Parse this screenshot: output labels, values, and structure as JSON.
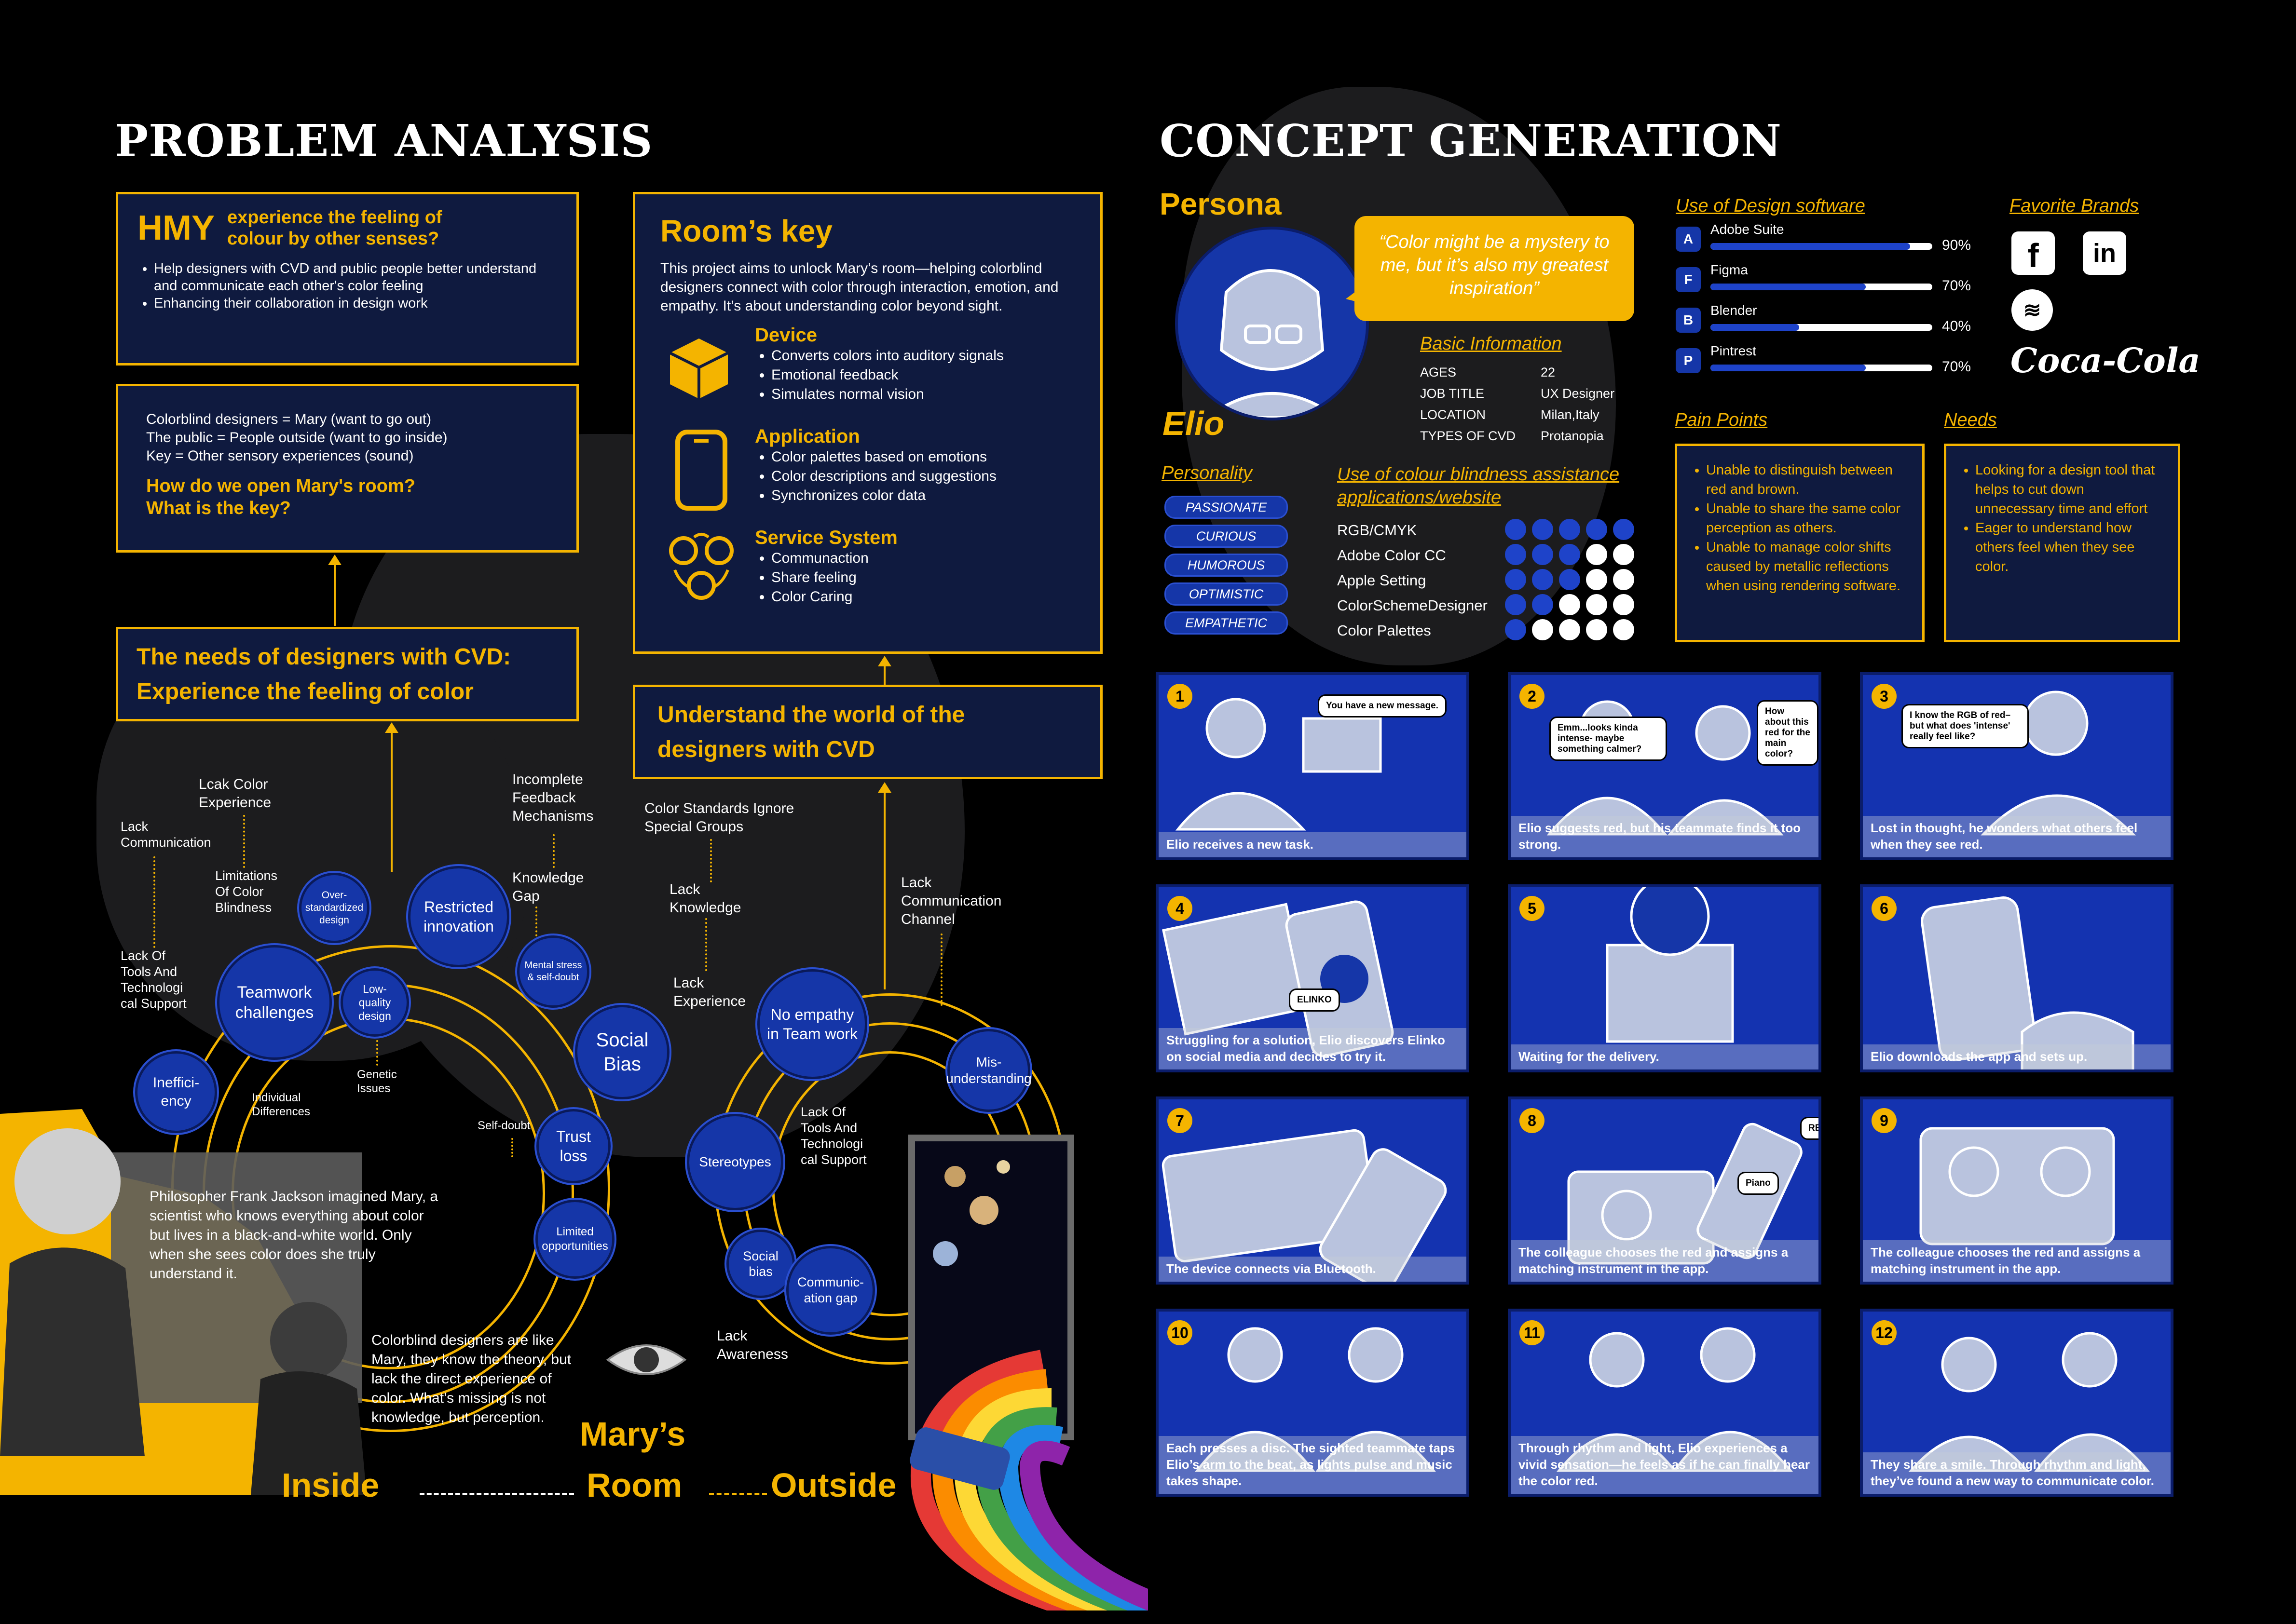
{
  "colors": {
    "accent": "#f4b400",
    "navy": "#0f1a3f",
    "blue": "#1536a8",
    "background": "#000000"
  },
  "titles": {
    "problem": "PROBLEM ANALYSIS",
    "concept": "CONCEPT GENERATION"
  },
  "hmy": {
    "head": "HMY",
    "question": "experience the feeling of\ncolour by other senses?",
    "bullets": [
      "Help designers with CVD and public people better understand and communicate each other's color feeling",
      "Enhancing their collaboration in design work"
    ]
  },
  "metaphor": {
    "lines": [
      "Colorblind designers = Mary (want to go out)",
      "The public = People outside (want to go inside)",
      "Key = Other sensory experiences (sound)"
    ],
    "question": "How do we open Mary's room?\nWhat is the key?"
  },
  "needs": {
    "text": "The needs of designers with CVD:\nExperience the feeling of color"
  },
  "roomkey": {
    "title": "Room’s key",
    "intro": "This project aims to unlock Mary’s room—helping colorblind designers connect with color through interaction, emotion, and empathy. It’s about understanding color beyond sight.",
    "sections": [
      {
        "title": "Device",
        "icon": "box-icon",
        "items": [
          "Converts colors into auditory signals",
          "Emotional feedback",
          "Simulates normal vision"
        ]
      },
      {
        "title": "Application",
        "icon": "phone-icon",
        "items": [
          "Color palettes based on emotions",
          "Color descriptions and suggestions",
          "Synchronizes color data"
        ]
      },
      {
        "title": "Service System",
        "icon": "people-cycle-icon",
        "items": [
          "Communaction",
          "Share feeling",
          "Color Caring"
        ]
      }
    ]
  },
  "understand": {
    "text": "Understand the world of the\ndesigners with CVD"
  },
  "left_web": {
    "labels": [
      "Lack\nCommunication",
      "Lcak Color\nExperience",
      "Limitations\nOf Color\nBlindness",
      "Incomplete\nFeedback\nMechanisms",
      "Knowledge\nGap",
      "Lack Of\nTools And\nTechnologi\ncal Support",
      "Individual\nDifferences",
      "Genetic\nIssues",
      "Self-doubt"
    ],
    "circles": [
      "Over-\nstandardized\ndesign",
      "Restricted\ninnovation",
      "Teamwork\nchallenges",
      "Low-\nquality\ndesign",
      "Mental stress\n& self-doubt",
      "Social\nBias",
      "Ineffici-\nency",
      "Trust\nloss",
      "Limited\nopportunities"
    ]
  },
  "right_web": {
    "labels": [
      "Color Standards Ignore\nSpecial Groups",
      "Lack\nKnowledge",
      "Lack\nCommunication\nChannel",
      "Lack\nExperience",
      "Lack Of\nTools And\nTechnologi\ncal Support",
      "Lack\nAwareness"
    ],
    "circles": [
      "No empathy\nin Team work",
      "Mis-\nunderstanding",
      "Stereotypes",
      "Social\nbias",
      "Communic-\nation gap"
    ]
  },
  "story": {
    "jackson": "Philosopher Frank Jackson imagined Mary, a scientist who knows everything about color but lives in a black-and-white world. Only when she sees color does she truly understand it.",
    "colorblind": "Colorblind designers are like Mary, they know the theory, but lack the direct experience of color. What’s missing is not knowledge, but perception.",
    "inside": "Inside",
    "marys": "Mary’s",
    "room": "Room",
    "outside": "Outside"
  },
  "persona": {
    "title": "Persona",
    "name": "Elio",
    "quote": "“Color might be a mystery to me, but it’s also my greatest inspiration”",
    "basic_title": "Basic Information",
    "basic": [
      {
        "k": "AGES",
        "v": "22"
      },
      {
        "k": "JOB TITLE",
        "v": "UX Designer"
      },
      {
        "k": "LOCATION",
        "v": "Milan,Italy"
      },
      {
        "k": "TYPES OF CVD",
        "v": "Protanopia"
      }
    ],
    "personality_title": "Personality",
    "personality": [
      "PASSIONATE",
      "CURIOUS",
      "HUMOROUS",
      "OPTIMISTIC",
      "EMPATHETIC"
    ],
    "assist_title": "Use of colour blindness assistance\napplications/website",
    "assist": [
      {
        "name": "RGB/CMYK",
        "filled": 5
      },
      {
        "name": "Adobe Color CC",
        "filled": 3
      },
      {
        "name": "Apple Setting",
        "filled": 3
      },
      {
        "name": "ColorSchemeDesigner",
        "filled": 2
      },
      {
        "name": "Color Palettes",
        "filled": 1
      }
    ],
    "software_title": "Use of Design software",
    "software": [
      {
        "name": "Adobe Suite",
        "icon": "adobe-icon",
        "glyph": "A",
        "pct": "90%",
        "value": 0.9
      },
      {
        "name": "Figma",
        "icon": "figma-icon",
        "glyph": "F",
        "pct": "70%",
        "value": 0.7
      },
      {
        "name": "Blender",
        "icon": "blender-icon",
        "glyph": "B",
        "pct": "40%",
        "value": 0.4
      },
      {
        "name": "Pintrest",
        "icon": "pinterest-icon",
        "glyph": "P",
        "pct": "70%",
        "value": 0.7
      }
    ],
    "brands_title": "Favorite Brands",
    "brands": [
      {
        "icon": "facebook-icon",
        "glyph": "f"
      },
      {
        "icon": "linkedin-icon",
        "glyph": "in"
      },
      {
        "icon": "spotify-icon",
        "glyph": "≋"
      }
    ],
    "cocacola": "Coca-Cola",
    "pain_title": "Pain Points",
    "pain": [
      "Unable to distinguish between red and brown.",
      "Unable to share the same color perception as others.",
      "Unable to manage color shifts caused by metallic reflections when using rendering software."
    ],
    "needs_title": "Needs",
    "needs": [
      "Looking for a design tool that helps to cut down unnecessary time and effort",
      "Eager to understand how others feel when they see color."
    ]
  },
  "storyboard": [
    {
      "n": "1",
      "caption": "Elio receives a new task.",
      "bubbles": [
        "You have a new message."
      ]
    },
    {
      "n": "2",
      "caption": "Elio suggests red, but his teammate finds it too strong.",
      "bubbles": [
        "Emm...looks kinda intense- maybe something calmer?",
        "How about this red for the main color?"
      ]
    },
    {
      "n": "3",
      "caption": "Lost in thought, he wonders what others feel when they see red.",
      "bubbles": [
        "I know the RGB of red– but what does 'intense' really feel like?"
      ]
    },
    {
      "n": "4",
      "caption": "Struggling for a solution, Elio discovers Elinko on social media and decides to try it.",
      "bubbles": [
        "ELINKO"
      ]
    },
    {
      "n": "5",
      "caption": "Waiting for the delivery.",
      "bubbles": []
    },
    {
      "n": "6",
      "caption": "Elio downloads the app and sets up.",
      "bubbles": []
    },
    {
      "n": "7",
      "caption": "The device connects via Bluetooth.",
      "bubbles": []
    },
    {
      "n": "8",
      "caption": "The colleague chooses the red and assigns a matching instrument in the app.",
      "bubbles": [
        "RED",
        "Piano"
      ]
    },
    {
      "n": "9",
      "caption": "The colleague chooses the red and assigns a matching instrument in the app.",
      "bubbles": []
    },
    {
      "n": "10",
      "caption": "Each presses a disc. The sighted teammate taps Elio’s arm to the beat, as lights pulse and music takes shape.",
      "bubbles": []
    },
    {
      "n": "11",
      "caption": "Through rhythm and light, Elio experiences a vivid sensation—he feels as if he can finally hear the color red.",
      "bubbles": []
    },
    {
      "n": "12",
      "caption": "They share a smile. Through rhythm and light, they’ve found a new way to communicate color.",
      "bubbles": []
    }
  ]
}
